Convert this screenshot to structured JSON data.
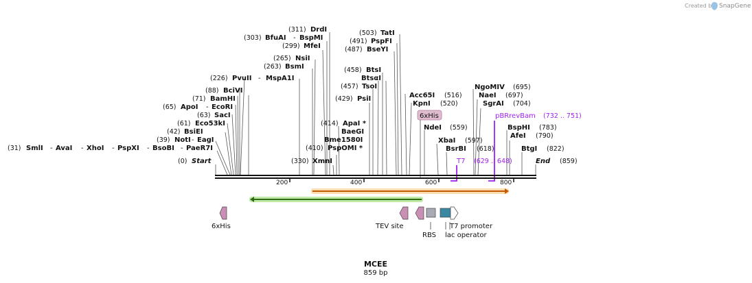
{
  "branding": {
    "created_by": "Created by",
    "product": "SnapGene"
  },
  "sequence": {
    "name": "MCEE",
    "length_label": "859 bp"
  },
  "ends": {
    "start_pos": "(0)",
    "start_label": "Start",
    "end_label": "End",
    "end_pos": "(859)"
  },
  "ruler": {
    "ticks": [
      "200",
      "400",
      "600",
      "800"
    ]
  },
  "bottom_row_sites": [
    {
      "pos": "(31)",
      "name": "SmlI"
    },
    {
      "name": "AvaI"
    },
    {
      "name": "XhoI"
    },
    {
      "name": "PspXI"
    },
    {
      "name": "BsoBI"
    },
    {
      "name": "PaeR7I"
    }
  ],
  "left_sites": [
    {
      "pos": "(39)",
      "name": "NotI",
      "extra": "EagI"
    },
    {
      "pos": "(42)",
      "name": "BsiEI"
    },
    {
      "pos": "(61)",
      "name": "Eco53kI"
    },
    {
      "pos": "(63)",
      "name": "SacI"
    },
    {
      "pos": "(65)",
      "name": "ApoI",
      "extra": "EcoRI"
    },
    {
      "pos": "(71)",
      "name": "BamHI"
    },
    {
      "pos": "(88)",
      "name": "BciVI"
    },
    {
      "pos": "(226)",
      "name": "PvuII",
      "extra": "MspA1I"
    },
    {
      "pos": "(263)",
      "name": "BsmI"
    },
    {
      "pos": "(265)",
      "name": "NsiI"
    },
    {
      "pos": "(299)",
      "name": "MfeI"
    },
    {
      "pos": "(303)",
      "name": "BfuAI",
      "extra": "BspMI"
    },
    {
      "pos": "(311)",
      "name": "DrdI"
    }
  ],
  "middle_sites": [
    {
      "pos": "(330)",
      "name": "XmnI"
    },
    {
      "pos": "(410)",
      "name": "PspOMI *"
    },
    {
      "name": "Bme1580I"
    },
    {
      "name": "BaeGI"
    },
    {
      "pos": "(414)",
      "name": "ApaI *"
    },
    {
      "pos": "(429)",
      "name": "PsiI"
    },
    {
      "pos": "(457)",
      "name": "TsoI"
    },
    {
      "name": "BtsαI"
    },
    {
      "pos": "(458)",
      "name": "BtsI"
    },
    {
      "pos": "(487)",
      "name": "BseYI"
    },
    {
      "pos": "(491)",
      "name": "PspFI"
    },
    {
      "pos": "(503)",
      "name": "TatI"
    }
  ],
  "right_sites": [
    {
      "name": "Acc65I",
      "pos": "(516)"
    },
    {
      "name": "KpnI",
      "pos": "(520)"
    },
    {
      "name": "NdeI",
      "pos": "(559)"
    },
    {
      "name": "XbaI",
      "pos": "(597)"
    },
    {
      "name": "BsrBI",
      "pos": "(618)"
    },
    {
      "name": "NgoMIV",
      "pos": "(695)"
    },
    {
      "name": "NaeI",
      "pos": "(697)"
    },
    {
      "name": "SgrAI",
      "pos": "(704)"
    },
    {
      "name": "BspHI",
      "pos": "(783)"
    },
    {
      "name": "AfeI",
      "pos": "(790)"
    },
    {
      "name": "BtgI",
      "pos": "(822)"
    }
  ],
  "tag_label": "6xHis",
  "primers": [
    {
      "name": "T7",
      "range": "(629 .. 648)"
    },
    {
      "name": "pBRrevBam",
      "range": "(732 .. 751)"
    }
  ],
  "features": [
    {
      "name": "6xHis",
      "color": "#c98fb5"
    },
    {
      "name": "TEV site",
      "color": "#c98fb5"
    },
    {
      "name": "RBS",
      "color": "#a8abb3"
    },
    {
      "name": "T7 promoter",
      "color": "#ffffff"
    },
    {
      "name": "lac operator",
      "color": "#3a88a2"
    }
  ],
  "colors": {
    "orf_orange": "#f28c1e",
    "orf_green": "#4a8a2a",
    "primer": "#a020f0"
  }
}
